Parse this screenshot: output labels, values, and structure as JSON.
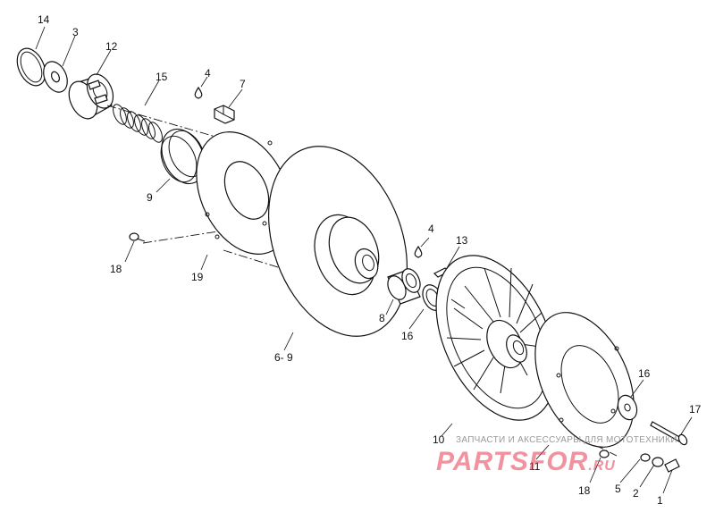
{
  "labels": {
    "p14": "14",
    "p3": "3",
    "p12": "12",
    "p15": "15",
    "p4a": "4",
    "p7": "7",
    "p9": "9",
    "p18a": "18",
    "p19": "19",
    "p69": "6- 9",
    "p4b": "4",
    "p13": "13",
    "p8": "8",
    "p16a": "16",
    "p16b": "16",
    "p17": "17",
    "p10": "10",
    "p11": "11",
    "p18b": "18",
    "p5": "5",
    "p2": "2",
    "p1": "1"
  },
  "watermark": {
    "caption": "ЗАПЧАСТИ И АКСЕССУАРЫ ДЛЯ МОТОТЕХНИКИ",
    "logo": "PARTSFOR",
    "logo_suffix": ".RU"
  },
  "colors": {
    "line": "#111111",
    "watermark_red": "#e63a52",
    "watermark_grey": "#9a9a9a"
  }
}
